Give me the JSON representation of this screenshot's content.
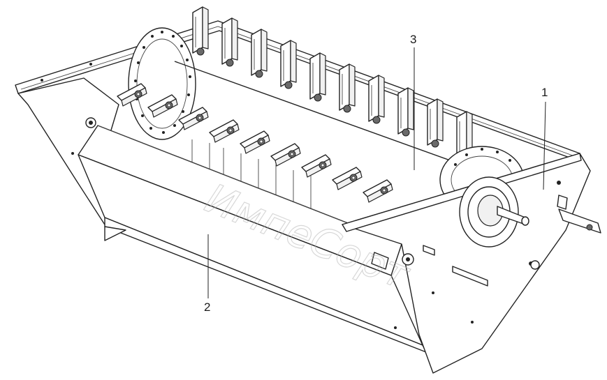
{
  "labels": {
    "one": "1",
    "two": "2",
    "three": "3"
  },
  "watermark": "ИмпеСорт",
  "colors": {
    "line": "#222222",
    "background": "#ffffff",
    "watermark": "#b8b8b8"
  }
}
